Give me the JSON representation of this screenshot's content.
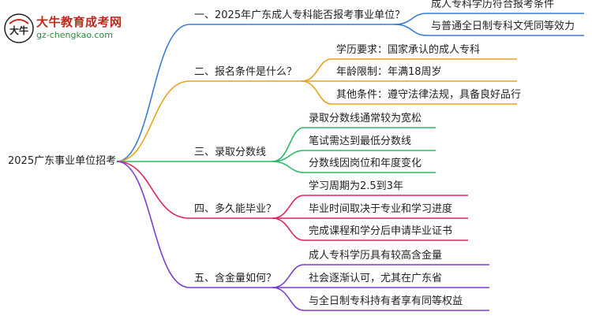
{
  "logo": {
    "title": "大牛教育成考网",
    "url": "gz-chengkao.com",
    "mark_glyph": "大牛"
  },
  "root": {
    "label": "2025广东事业单位招考"
  },
  "colors": {
    "branch": [
      "#3a7bd5",
      "#e8a31a",
      "#2fb86b",
      "#e0245e",
      "#7a3fd1"
    ]
  },
  "branches": [
    {
      "label": "一、2025年广东成人专科能否报考事业单位？",
      "children": [
        "成人专科学历符合报考条件",
        "与普通全日制专科文凭同等效力"
      ]
    },
    {
      "label": "二、报名条件是什么？",
      "children": [
        "学历要求：国家承认的成人专科",
        "年龄限制：年满18周岁",
        "其他条件：遵守法律法规，具备良好品行"
      ]
    },
    {
      "label": "三、录取分数线",
      "children": [
        "录取分数线通常较为宽松",
        "笔试需达到最低分数线",
        "分数线因岗位和年度变化"
      ]
    },
    {
      "label": "四、多久能毕业？",
      "children": [
        "学习周期为2.5到3年",
        "毕业时间取决于专业和学习进度",
        "完成课程和学分后申请毕业证书"
      ]
    },
    {
      "label": "五、含金量如何？",
      "children": [
        "成人专科学历具有较高含金量",
        "社会逐渐认可，尤其在广东省",
        "与全日制专科持有者享有同等权益"
      ]
    }
  ]
}
